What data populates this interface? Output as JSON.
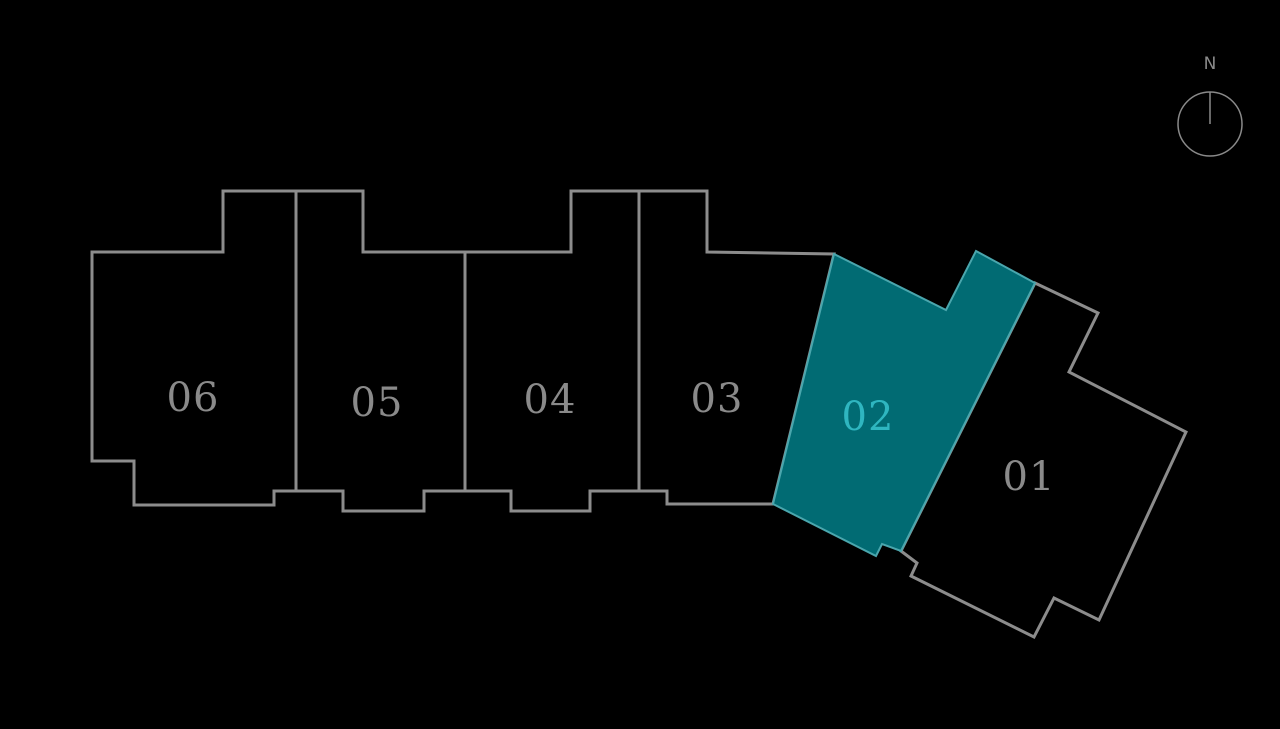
{
  "compass": {
    "icon": "north-arrow-icon",
    "label": "N"
  },
  "units": [
    {
      "id": "06",
      "label": "06",
      "selected": false
    },
    {
      "id": "05",
      "label": "05",
      "selected": false
    },
    {
      "id": "04",
      "label": "04",
      "selected": false
    },
    {
      "id": "03",
      "label": "03",
      "selected": false
    },
    {
      "id": "02",
      "label": "02",
      "selected": true
    },
    {
      "id": "01",
      "label": "01",
      "selected": false
    }
  ],
  "colors": {
    "background": "#000000",
    "outline": "#8c8c8c",
    "selected_fill": "#016b73",
    "selected_label": "#2fb6c0"
  }
}
